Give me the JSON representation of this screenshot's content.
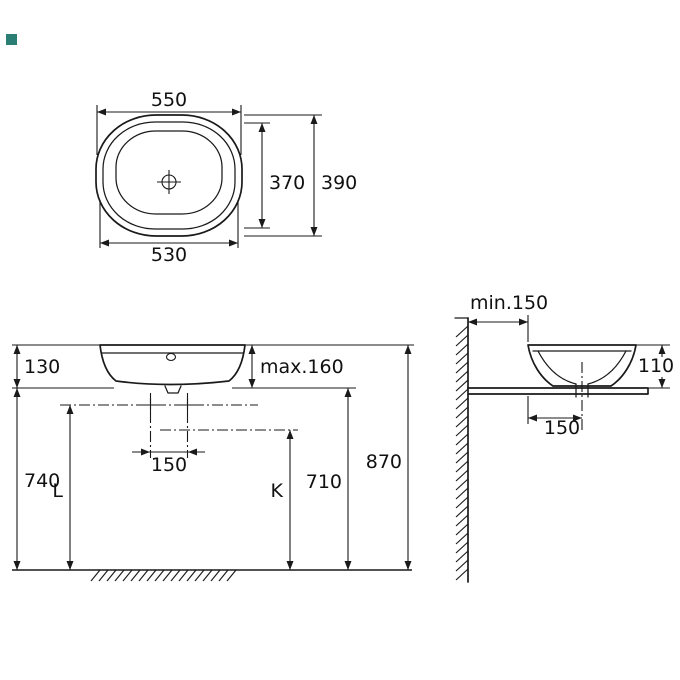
{
  "swatch": {
    "color": "#2b7e73"
  },
  "top_view": {
    "overall_width": "550",
    "bowl_width": "530",
    "depth_inner": "370",
    "depth_outer": "390"
  },
  "front_view": {
    "rim_height_min": "130",
    "rim_height_max": "max.160",
    "fixing_centres": "150",
    "underside_to_floor": "740",
    "supply_label": "L",
    "waste_label": "K",
    "counter_to_floor": "710",
    "rim_to_floor": "870"
  },
  "side_view": {
    "wall_distance": "min.150",
    "height_above_counter": "110",
    "wall_to_drain": "150"
  }
}
